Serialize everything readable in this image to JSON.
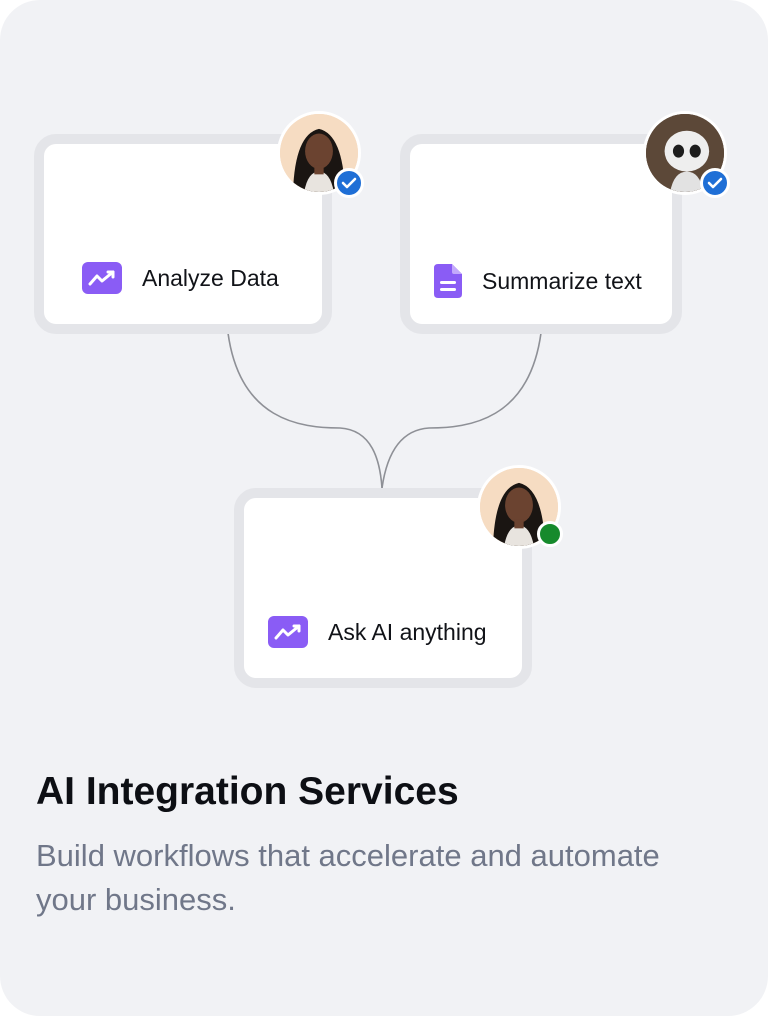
{
  "nodes": {
    "analyze": {
      "label": "Analyze Data",
      "icon": "chart-icon"
    },
    "summarize": {
      "label": "Summarize text",
      "icon": "document-icon"
    },
    "ask": {
      "label": "Ask AI anything",
      "icon": "chart-icon"
    }
  },
  "footer": {
    "title": "AI Integration Services",
    "subtitle": "Build workflows that accelerate and automate your business."
  },
  "colors": {
    "background": "#f1f2f5",
    "node_border": "#e4e5e9",
    "icon_accent": "#8a5cf5",
    "verified_badge": "#1f6fd6",
    "online_status": "#168a2c",
    "subtitle_text": "#707789"
  }
}
